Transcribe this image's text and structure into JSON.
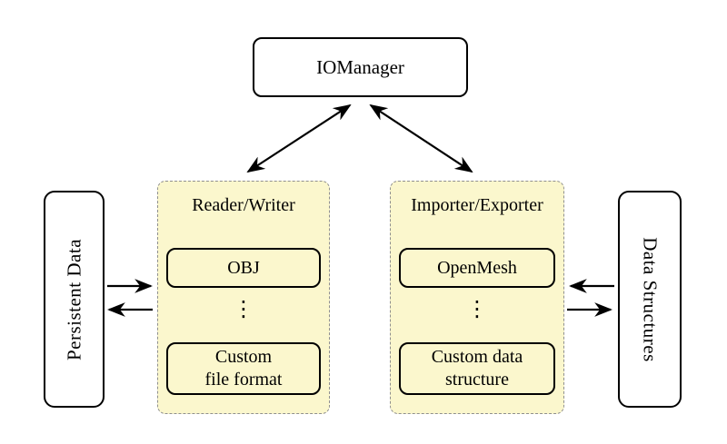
{
  "manager": {
    "label": "IOManager"
  },
  "panels": {
    "reader_writer": {
      "title": "Reader/Writer",
      "item1": "OBJ",
      "ellipsis": "⋮",
      "item2_line1": "Custom",
      "item2_line2": "file format"
    },
    "importer_exporter": {
      "title": "Importer/Exporter",
      "item1": "OpenMesh",
      "ellipsis": "⋮",
      "item2_line1": "Custom data",
      "item2_line2": "structure"
    }
  },
  "sides": {
    "left_label": "Persistent Data",
    "right_label": "Data Structures"
  },
  "colors": {
    "panel_fill": "#FBF7CD",
    "panel_border": "#8f8f8f",
    "ink": "#000000",
    "background": "#ffffff"
  }
}
